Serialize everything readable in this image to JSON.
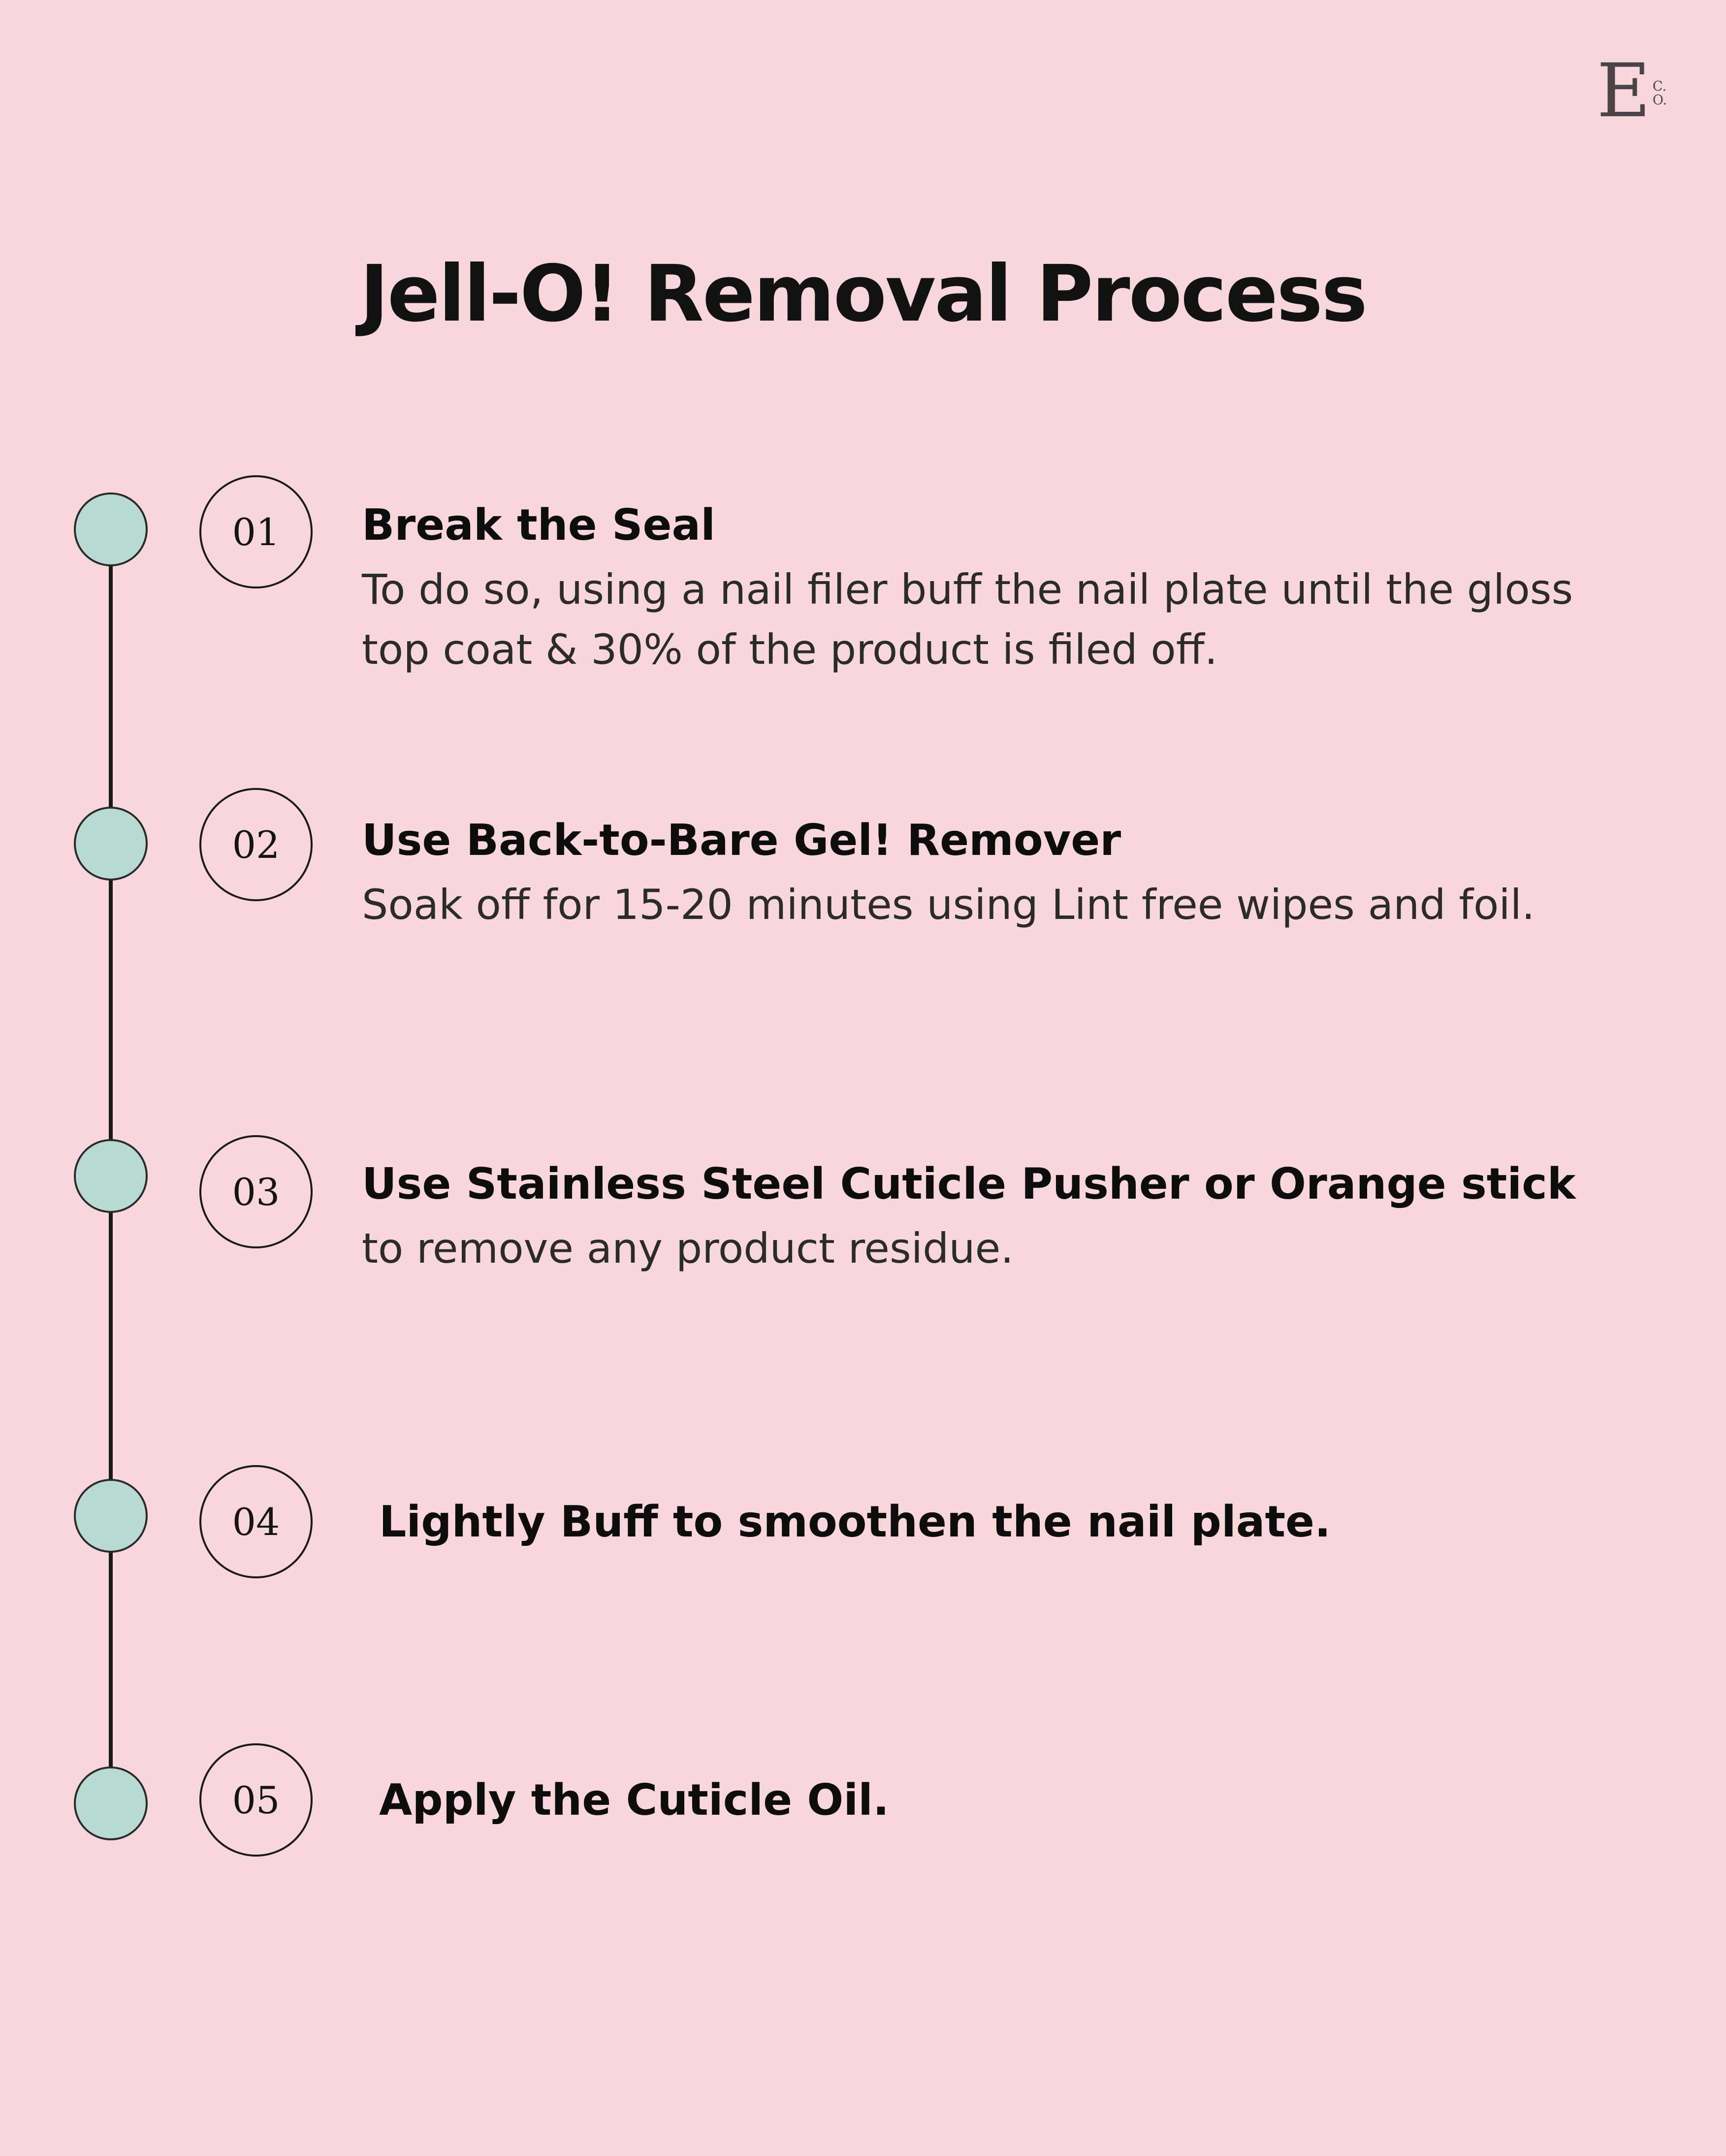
{
  "title": "Jell-O! Removal Process",
  "logo": {
    "main": "E",
    "sub_top": "C.",
    "sub_bottom": "O."
  },
  "colors": {
    "background": "#F7D7DB",
    "timeline_dot": "#B8DAD3",
    "timeline_line": "#1A1A1A",
    "text": "#1A1A1A"
  },
  "steps": [
    {
      "number": "01",
      "title": "Break the Seal",
      "description": "To do so, using a nail filer buff the nail plate until the gloss top coat & 30% of the product is filed off."
    },
    {
      "number": "02",
      "title": "Use Back-to-Bare Gel! Remover",
      "description": "Soak off for 15-20 minutes using Lint free wipes and foil."
    },
    {
      "number": "03",
      "title": "Use Stainless Steel Cuticle Pusher or Orange stick",
      "description": "to remove any product residue."
    },
    {
      "number": "04",
      "title": "Lightly Buff to smoothen the nail plate.",
      "description": ""
    },
    {
      "number": "05",
      "title": "Apply the Cuticle Oil.",
      "description": ""
    }
  ]
}
